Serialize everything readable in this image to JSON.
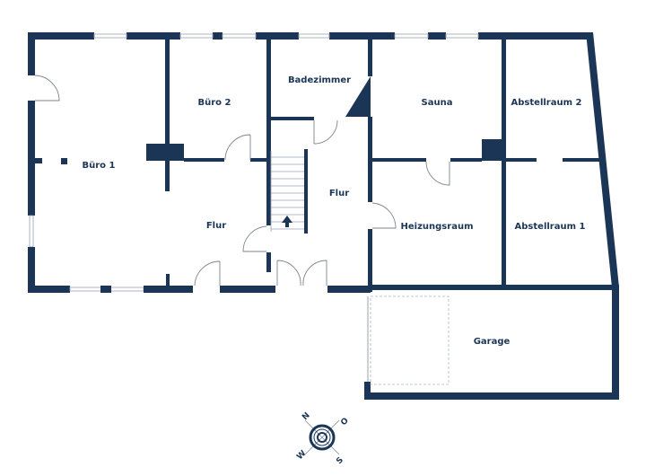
{
  "title": "Grundriss Erdgeschoss",
  "rooms": {
    "buero1": "Büro 1",
    "buero2": "Büro 2",
    "badezimmer": "Badezimmer",
    "sauna": "Sauna",
    "abstellraum2": "Abstellraum 2",
    "flur_left": "Flur",
    "flur_center": "Flur",
    "heizungsraum": "Heizungsraum",
    "abstellraum1": "Abstellraum 1",
    "garage": "Garage"
  },
  "compass": {
    "n": "N",
    "o": "O",
    "s": "S",
    "w": "W"
  },
  "colors": {
    "wall": "#1b3556"
  }
}
